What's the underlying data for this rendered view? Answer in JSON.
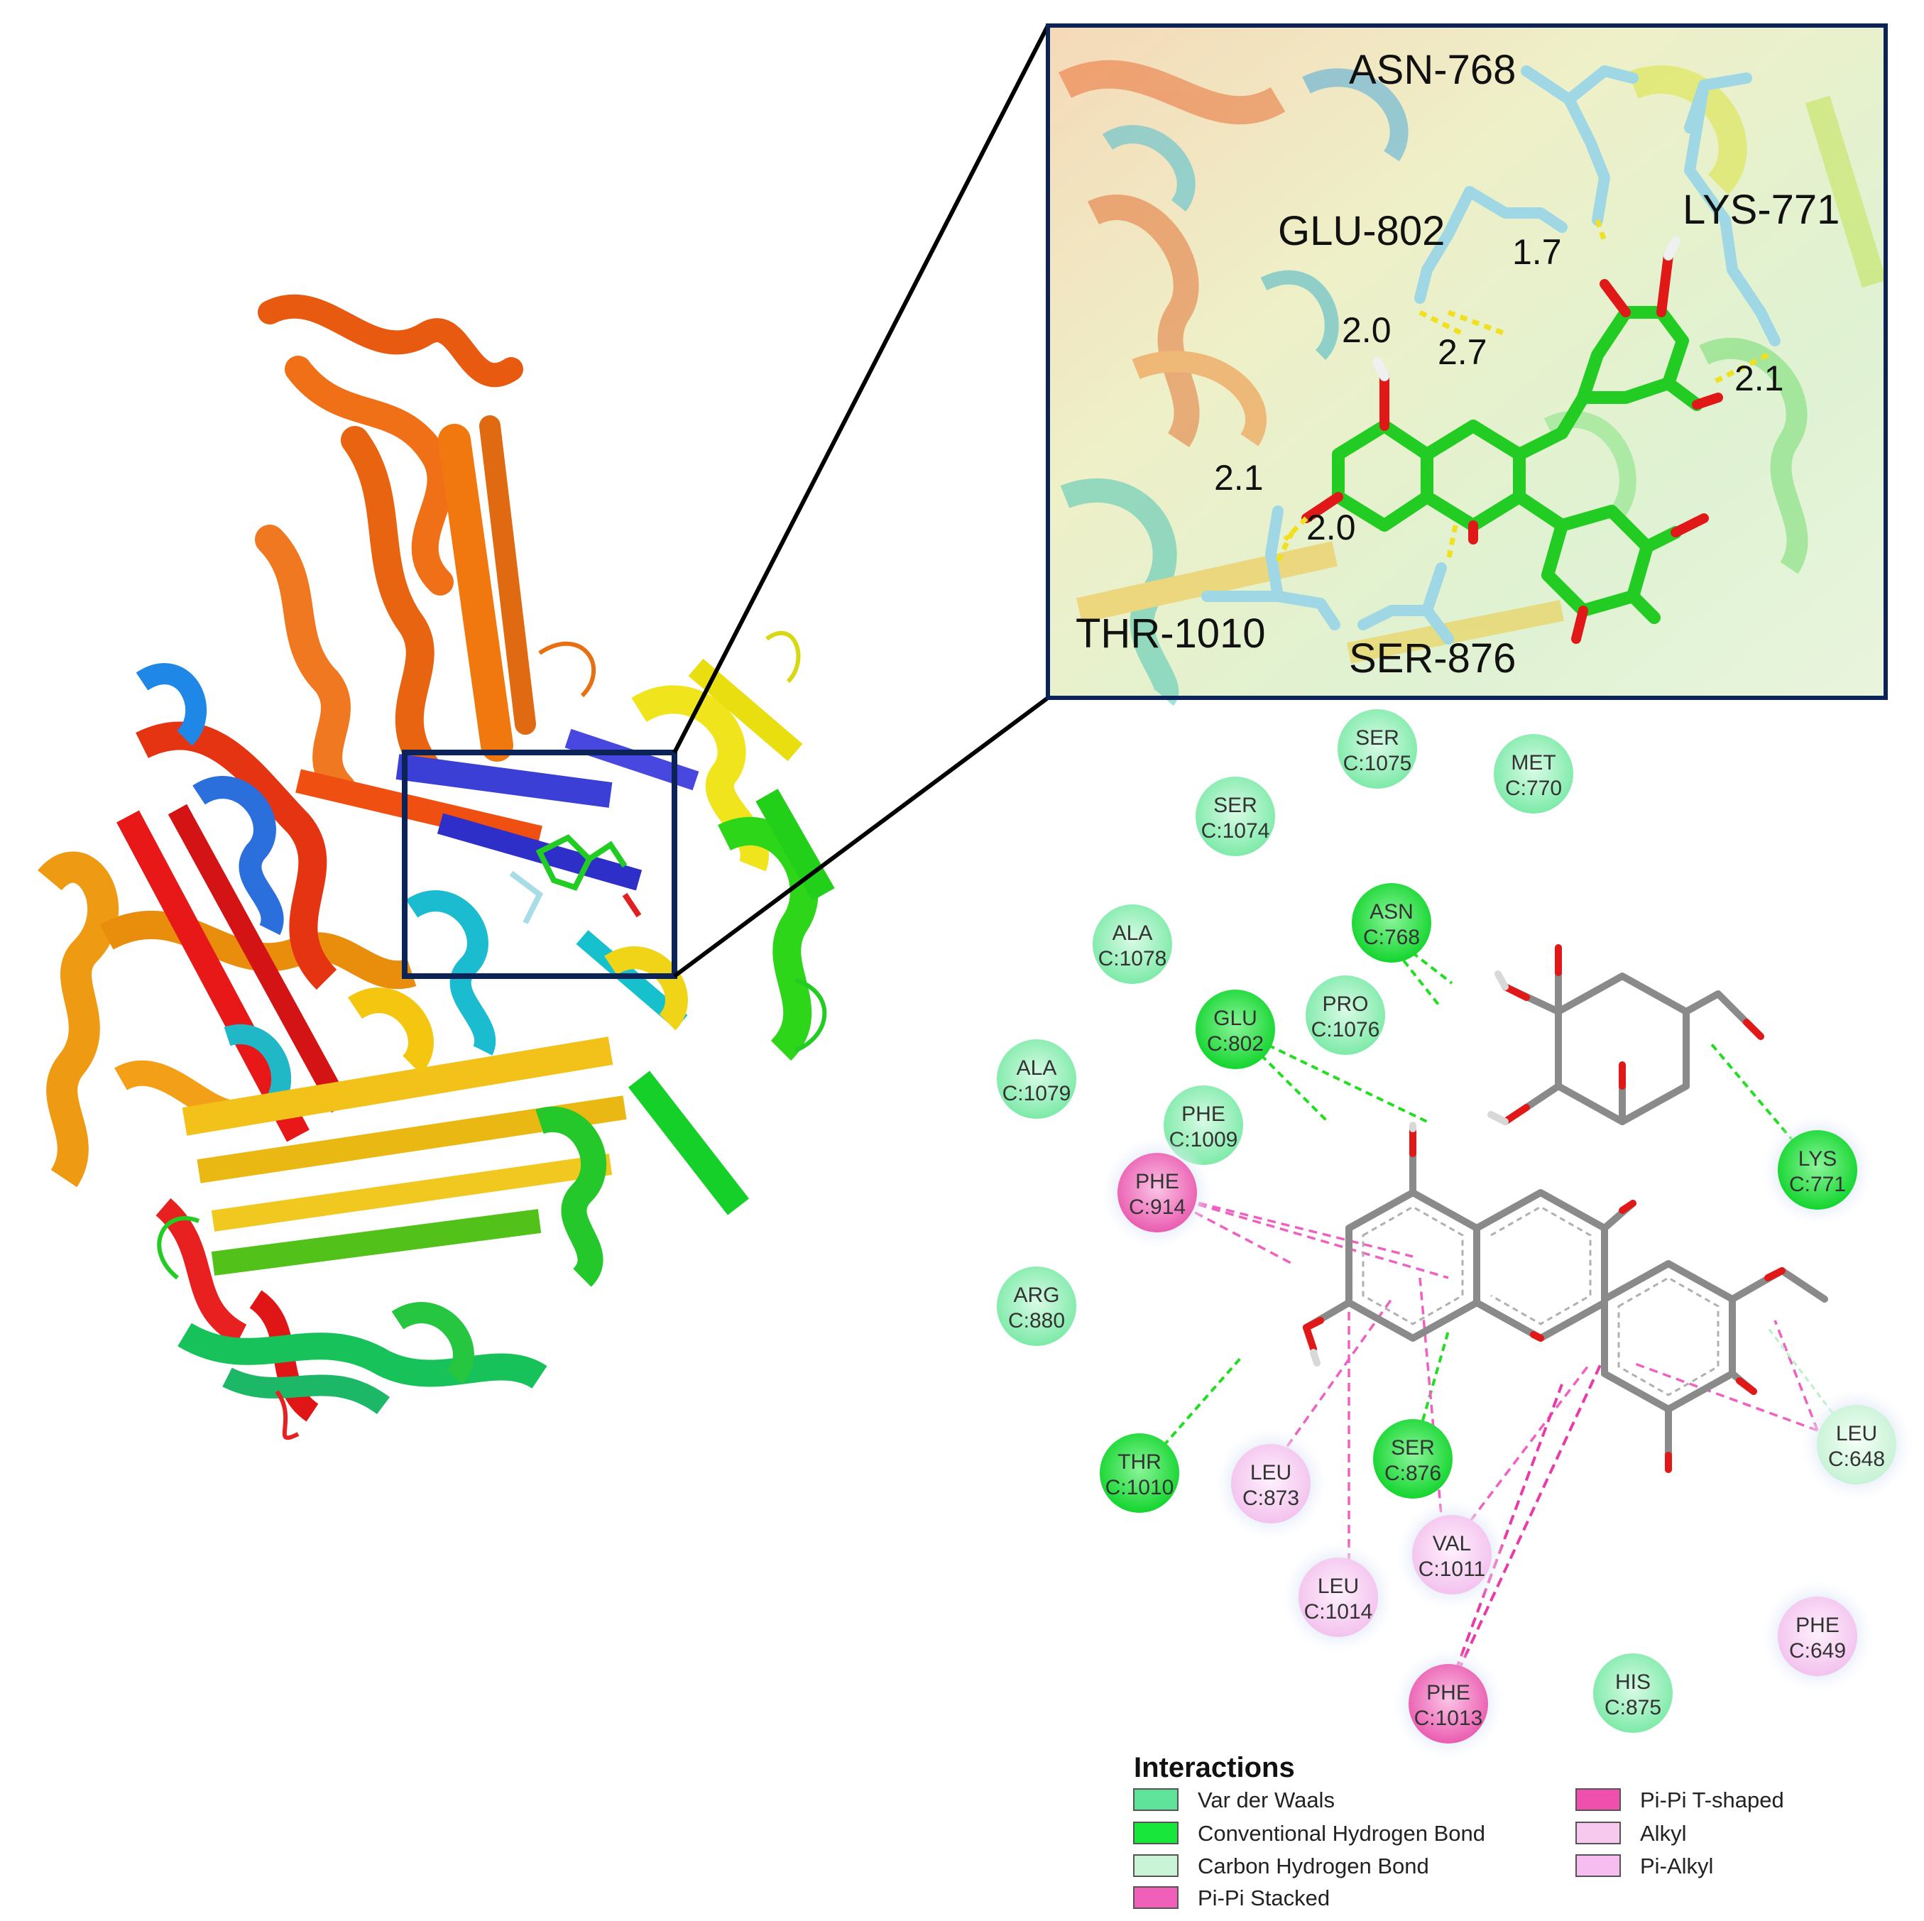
{
  "zoom_panel": {
    "residue_labels": [
      "ASN-768",
      "GLU-802",
      "LYS-771",
      "THR-1010",
      "SER-876"
    ],
    "distance_labels": [
      "1.7",
      "2.0",
      "2.7",
      "2.1",
      "2.1",
      "2.0"
    ]
  },
  "residues": [
    {
      "name": "SER",
      "id": "C:1075",
      "type": "vdw"
    },
    {
      "name": "MET",
      "id": "C:770",
      "type": "vdw"
    },
    {
      "name": "SER",
      "id": "C:1074",
      "type": "vdw"
    },
    {
      "name": "ASN",
      "id": "C:768",
      "type": "hbond"
    },
    {
      "name": "ALA",
      "id": "C:1078",
      "type": "vdw"
    },
    {
      "name": "GLU",
      "id": "C:802",
      "type": "hbond"
    },
    {
      "name": "PRO",
      "id": "C:1076",
      "type": "vdw"
    },
    {
      "name": "ALA",
      "id": "C:1079",
      "type": "vdw"
    },
    {
      "name": "PHE",
      "id": "C:1009",
      "type": "vdw"
    },
    {
      "name": "LYS",
      "id": "C:771",
      "type": "hbond"
    },
    {
      "name": "PHE",
      "id": "C:914",
      "type": "pipi"
    },
    {
      "name": "ARG",
      "id": "C:880",
      "type": "vdw"
    },
    {
      "name": "THR",
      "id": "C:1010",
      "type": "hbond"
    },
    {
      "name": "LEU",
      "id": "C:873",
      "type": "alkyl"
    },
    {
      "name": "SER",
      "id": "C:876",
      "type": "hbond"
    },
    {
      "name": "LEU",
      "id": "C:648",
      "type": "carbonh"
    },
    {
      "name": "VAL",
      "id": "C:1011",
      "type": "alkyl"
    },
    {
      "name": "LEU",
      "id": "C:1014",
      "type": "alkyl"
    },
    {
      "name": "PHE",
      "id": "C:649",
      "type": "alkyl"
    },
    {
      "name": "PHE",
      "id": "C:1013",
      "type": "pipi"
    },
    {
      "name": "HIS",
      "id": "C:875",
      "type": "vdw"
    }
  ],
  "legend": {
    "title": "Interactions",
    "items": [
      {
        "label": "Var der Waals",
        "color": "#5fe39a"
      },
      {
        "label": "Conventional Hydrogen Bond",
        "color": "#19e63a"
      },
      {
        "label": "Carbon Hydrogen Bond",
        "color": "#c9f5d6"
      },
      {
        "label": "Pi-Pi Stacked",
        "color": "#f060b8"
      },
      {
        "label": "Pi-Pi T-shaped",
        "color": "#f050ad"
      },
      {
        "label": "Alkyl",
        "color": "#f7c9ee"
      },
      {
        "label": "Pi-Alkyl",
        "color": "#f5bdf0"
      }
    ]
  },
  "colors": {
    "vdw": "#8ef0b4",
    "hbond": "#1fe43a",
    "carbonh": "#d5f7df",
    "pipi": "#f06ab8",
    "alkyl": "#f8cdf2",
    "hbond_line": "#22dd22",
    "pi_line": "#f060c0",
    "bond_gray": "#8a8a8a",
    "oxygen": "#e01818",
    "ligand_green": "#22cc22",
    "residue_stick": "#9fd8e4",
    "frame": "#0c2357"
  }
}
